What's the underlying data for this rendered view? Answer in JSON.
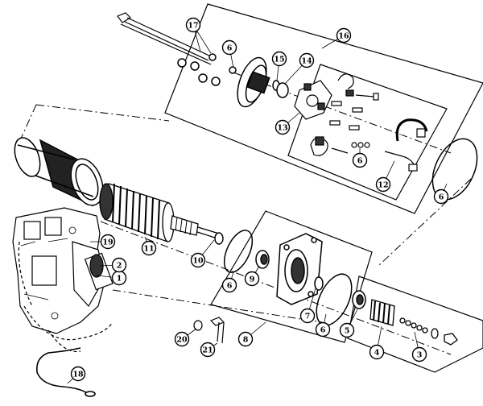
{
  "callouts": [
    {
      "id": "c1",
      "label": "1"
    },
    {
      "id": "c2",
      "label": "2"
    },
    {
      "id": "c3",
      "label": "3"
    },
    {
      "id": "c4",
      "label": "4"
    },
    {
      "id": "c5",
      "label": "5"
    },
    {
      "id": "c6a",
      "label": "6"
    },
    {
      "id": "c6b",
      "label": "6"
    },
    {
      "id": "c6c",
      "label": "6"
    },
    {
      "id": "c6d",
      "label": "6"
    },
    {
      "id": "c6e",
      "label": "6"
    },
    {
      "id": "c7",
      "label": "7"
    },
    {
      "id": "c8",
      "label": "8"
    },
    {
      "id": "c9",
      "label": "9"
    },
    {
      "id": "c10",
      "label": "10"
    },
    {
      "id": "c11",
      "label": "11"
    },
    {
      "id": "c12",
      "label": "12"
    },
    {
      "id": "c13",
      "label": "13"
    },
    {
      "id": "c14",
      "label": "14"
    },
    {
      "id": "c15",
      "label": "15"
    },
    {
      "id": "c16",
      "label": "16"
    },
    {
      "id": "c17",
      "label": "17"
    },
    {
      "id": "c18",
      "label": "18"
    },
    {
      "id": "c19",
      "label": "19"
    },
    {
      "id": "c20",
      "label": "20"
    },
    {
      "id": "c21",
      "label": "21"
    }
  ]
}
